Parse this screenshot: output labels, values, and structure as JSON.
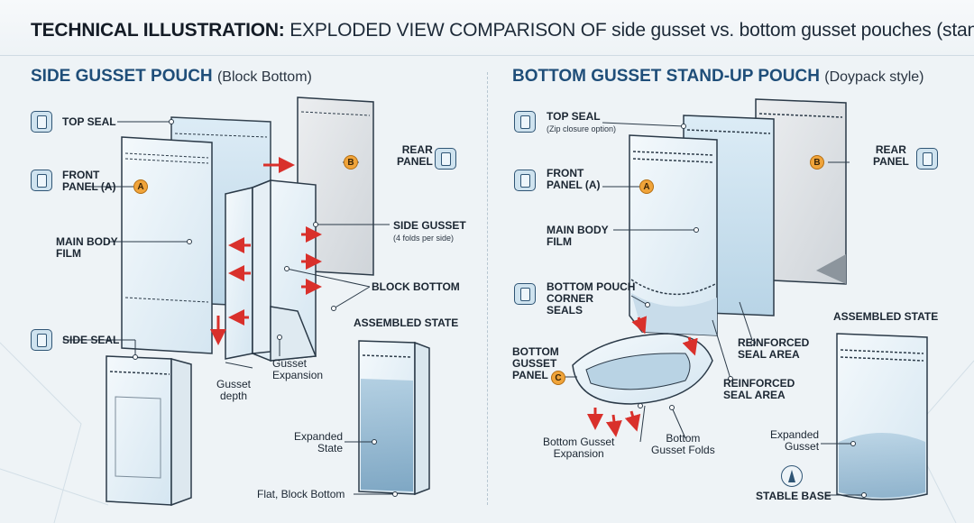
{
  "header": {
    "title_bold": "TECHNICAL ILLUSTRATION:",
    "title_rest": " EXPLODED VIEW COMPARISON OF side gusset vs. bottom gusset pouches (stand-up)"
  },
  "left": {
    "heading": "SIDE GUSSET POUCH",
    "heading_sub": "(Block Bottom)",
    "labels": {
      "top_seal": "TOP SEAL",
      "front_panel": "FRONT\nPANEL (A)",
      "main_body": "MAIN BODY\nFILM",
      "side_seal": "SIDE SEAL",
      "rear_panel": "REAR\nPANEL",
      "side_gusset": "SIDE GUSSET",
      "side_gusset_note": "(4 folds per side)",
      "block_bottom": "BLOCK BOTTOM",
      "assembled_state": "ASSEMBLED STATE",
      "gusset_expansion": "Gusset\nExpansion",
      "gusset_depth": "Gusset\ndepth",
      "expanded_state": "Expanded\nState",
      "flat_block_bottom": "Flat, Block Bottom"
    },
    "badges": {
      "a": "A",
      "b": "B"
    }
  },
  "right": {
    "heading": "BOTTOM GUSSET STAND-UP POUCH",
    "heading_sub": "(Doypack style)",
    "labels": {
      "top_seal": "TOP SEAL",
      "top_seal_note": "(Zip closure option)",
      "front_panel": "FRONT\nPANEL (A)",
      "main_body": "MAIN BODY\nFILM",
      "corner_seals": "BOTTOM POUCH\nCORNER\nSEALS",
      "bottom_gusset_panel": "BOTTOM\nGUSSET\nPANEL",
      "rear_panel": "REAR\nPANEL",
      "reinforced_1": "REINFORCED\nSEAL AREA",
      "reinforced_2": "REINFORCED\nSEAL AREA",
      "assembled_state": "ASSEMBLED STATE",
      "bottom_gusset_expansion": "Bottom Gusset\nExpansion",
      "bottom_gusset_folds": "Bottom\nGusset Folds",
      "expanded_gusset": "Expanded\nGusset",
      "stable_base": "STABLE BASE"
    },
    "badges": {
      "a": "A",
      "b": "B",
      "c": "C"
    }
  },
  "colors": {
    "heading": "#1f4e79",
    "arrow": "#d9302b",
    "badge": "#f0a43a",
    "film": "#cfe3ef",
    "rear_panel": "#dfe3e7"
  },
  "icons": [
    "pouch-icon",
    "stable-base-icon",
    "red-arrow-icon"
  ]
}
